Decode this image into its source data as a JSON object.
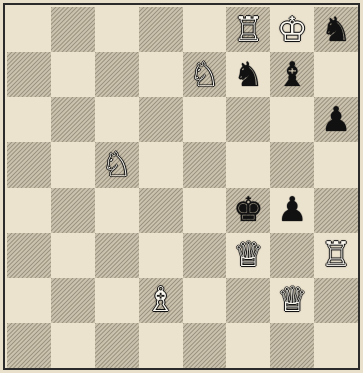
{
  "board": {
    "files": 8,
    "ranks": 8,
    "light_color": "#ece3cf",
    "dark_color": "#cbc2ae",
    "top_left_square": "light",
    "pieces": [
      {
        "square": "f8",
        "color": "white",
        "type": "rook",
        "glyph": "♖",
        "icon": "white-rook-icon"
      },
      {
        "square": "g8",
        "color": "white",
        "type": "king",
        "glyph": "♔",
        "icon": "white-king-icon"
      },
      {
        "square": "h8",
        "color": "black",
        "type": "knight",
        "glyph": "♞",
        "icon": "black-knight-icon"
      },
      {
        "square": "e7",
        "color": "white",
        "type": "knight",
        "glyph": "♘",
        "icon": "white-knight-icon"
      },
      {
        "square": "f7",
        "color": "black",
        "type": "knight",
        "glyph": "♞",
        "icon": "black-knight-icon"
      },
      {
        "square": "g7",
        "color": "black",
        "type": "bishop",
        "glyph": "♝",
        "icon": "black-bishop-icon"
      },
      {
        "square": "h6",
        "color": "black",
        "type": "pawn",
        "glyph": "♟",
        "icon": "black-pawn-icon"
      },
      {
        "square": "c5",
        "color": "white",
        "type": "knight",
        "glyph": "♘",
        "icon": "white-knight-icon"
      },
      {
        "square": "f4",
        "color": "black",
        "type": "king",
        "glyph": "♚",
        "icon": "black-king-icon"
      },
      {
        "square": "g4",
        "color": "black",
        "type": "pawn",
        "glyph": "♟",
        "icon": "black-pawn-icon"
      },
      {
        "square": "f3",
        "color": "white",
        "type": "queen",
        "glyph": "♕",
        "icon": "white-queen-icon"
      },
      {
        "square": "h3",
        "color": "white",
        "type": "rook",
        "glyph": "♖",
        "icon": "white-rook-icon"
      },
      {
        "square": "g2",
        "color": "white",
        "type": "queen",
        "glyph": "♕",
        "icon": "white-queen-icon"
      },
      {
        "square": "d2",
        "color": "white",
        "type": "bishop",
        "glyph": "♗",
        "icon": "white-bishop-icon"
      }
    ]
  }
}
